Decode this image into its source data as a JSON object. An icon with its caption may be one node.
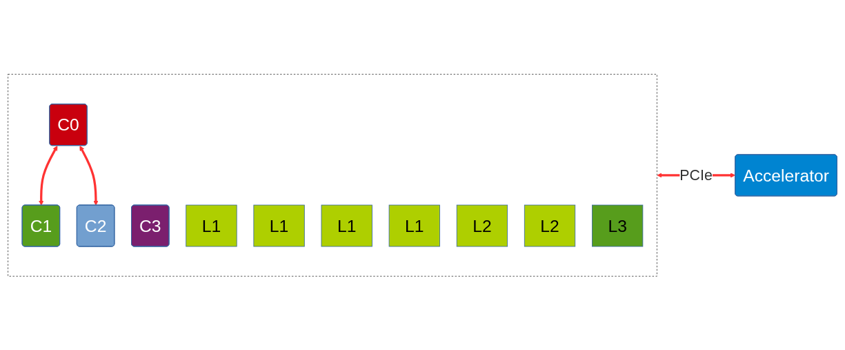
{
  "diagram": {
    "nodes": [
      {
        "text": [],
        "shape": "box"
      },
      {
        "text": [
          "C0"
        ],
        "in": 0
      },
      {
        "text": [
          "C1"
        ],
        "in": 0
      },
      {
        "text": [
          "C2"
        ],
        "in": 0
      },
      {
        "text": [
          "C3"
        ],
        "in": 0
      },
      {
        "text": [
          "L1"
        ],
        "in": 0
      },
      {
        "text": [
          "L1"
        ],
        "in": 0
      },
      {
        "text": [
          "L1"
        ],
        "in": 0
      },
      {
        "text": [
          "L1"
        ],
        "in": 0
      },
      {
        "text": [
          "L2"
        ],
        "in": 0
      },
      {
        "text": [
          "L2"
        ],
        "in": 0
      },
      {
        "text": [
          "L3"
        ],
        "in": 0
      },
      {
        "text": [
          "Accelerator"
        ]
      }
    ],
    "edges": [
      {
        "from": 1,
        "to": 2,
        "arrow": "both"
      },
      {
        "from": 1,
        "to": 3,
        "arrow": "both"
      },
      {
        "from": 0,
        "to": 12,
        "arrow": "both",
        "label": "PCIe"
      }
    ]
  }
}
